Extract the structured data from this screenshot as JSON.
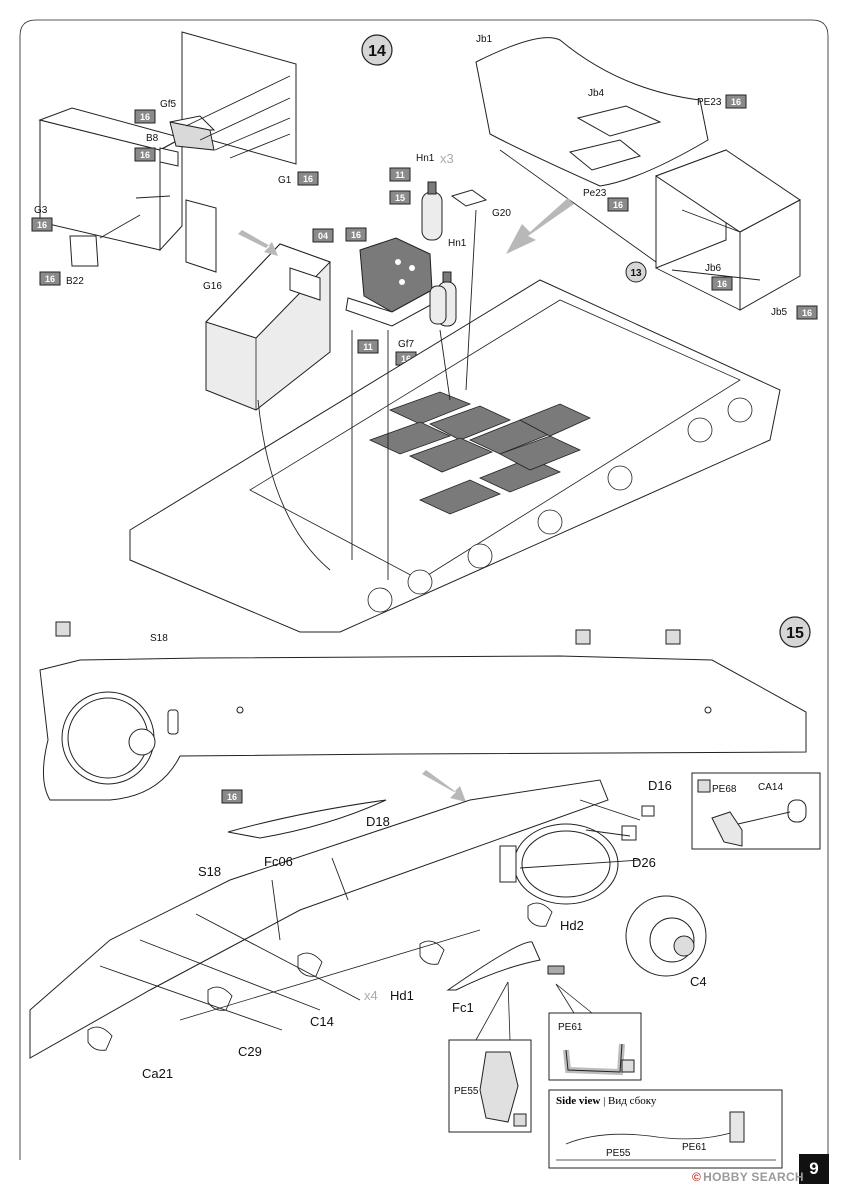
{
  "page": {
    "number": "9"
  },
  "watermark": {
    "symbol": "©",
    "text": "HOBBY SEARCH"
  },
  "step14": {
    "number": "14",
    "labels": {
      "Gf5": "Gf5",
      "B8": "B8",
      "G3": "G3",
      "G1": "G1",
      "G16": "G16",
      "B22": "B22",
      "Hn1a": "Hn1",
      "Hn1b": "Hn1",
      "x3": "x3",
      "G20": "G20",
      "Gf7": "Gf7",
      "Jb1": "Jb1",
      "Jb4": "Jb4",
      "PE23a": "PE23",
      "Pe23b": "Pe23",
      "Jb6": "Jb6",
      "Jb5": "Jb5",
      "ref13": "13"
    },
    "paint": {
      "c16": "16",
      "c11": "11",
      "c15": "15",
      "c04": "04"
    }
  },
  "step15": {
    "number": "15",
    "labels": {
      "S18a": "S18",
      "S18b": "S18",
      "D18": "D18",
      "Fc06": "Fc06",
      "D16": "D16",
      "D26": "D26",
      "PE68": "PE68",
      "CA14": "CA14",
      "Hd2": "Hd2",
      "C4": "C4",
      "Hd1": "Hd1",
      "x4": "x4",
      "Fc1": "Fc1",
      "C14": "C14",
      "C29": "C29",
      "Ca21": "Ca21",
      "PE61": "PE61",
      "PE55": "PE55",
      "PE55b": "PE55",
      "PE61b": "PE61"
    },
    "paint": {
      "c16": "16"
    },
    "side_view": {
      "title_bold": "Side view",
      "sep": " | ",
      "title_ru": "Вид сбоку"
    }
  }
}
